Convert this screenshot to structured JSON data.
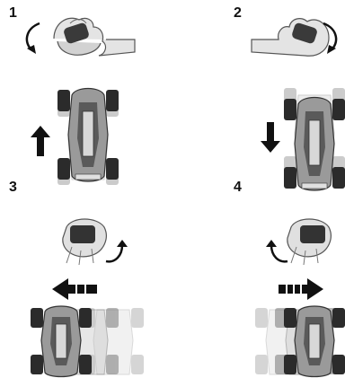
{
  "steps": [
    {
      "number": "1",
      "wrist_rotation": "tilt-left",
      "car_motion": "forward"
    },
    {
      "number": "2",
      "wrist_rotation": "tilt-right",
      "car_motion": "backward"
    },
    {
      "number": "3",
      "wrist_rotation": "rotate-left",
      "car_motion": "slide-left"
    },
    {
      "number": "4",
      "wrist_rotation": "rotate-right",
      "car_motion": "slide-right"
    }
  ],
  "colors": {
    "ink": "#111111",
    "ghost": "#cfcfcf",
    "car_body": "#555555",
    "hand": "#d9d9d9"
  },
  "icons": [
    "hand-icon",
    "curved-arrow-icon",
    "direction-arrow-icon",
    "car-icon"
  ]
}
